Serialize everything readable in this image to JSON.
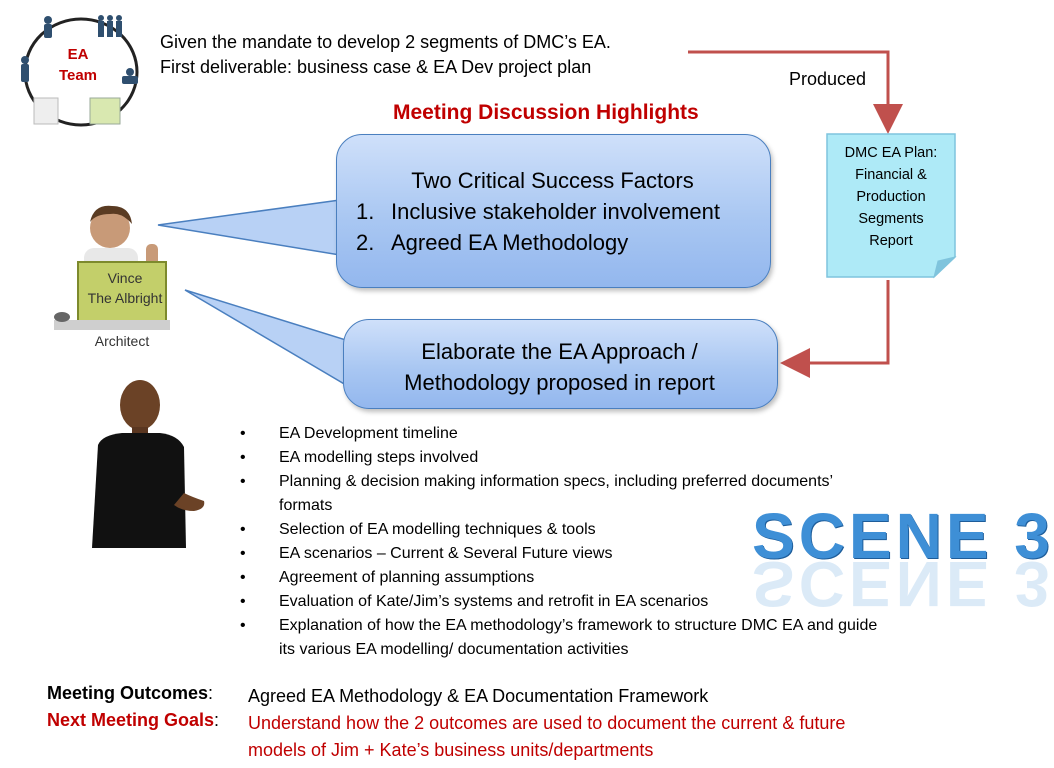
{
  "team": {
    "label_line1": "EA",
    "label_line2": "Team"
  },
  "intro": {
    "line1": "Given the mandate to develop 2 segments of DMC’s EA.",
    "line2": "First deliverable: business case & EA Dev project plan"
  },
  "produced_label": "Produced",
  "highlights_title": "Meeting Discussion Highlights",
  "doc_note": {
    "lines": [
      "DMC EA Plan:",
      "Financial &",
      "Production",
      "Segments",
      "Report"
    ]
  },
  "bubble1": {
    "title": "Two Critical Success Factors",
    "items": [
      {
        "num": "1.",
        "text": "Inclusive stakeholder involvement"
      },
      {
        "num": "2.",
        "text": "Agreed EA Methodology"
      }
    ]
  },
  "bubble2": {
    "line1": "Elaborate the EA Approach /",
    "line2": "Methodology proposed in report"
  },
  "architect": {
    "name_line1": "Vince",
    "name_line2": "The Albright",
    "role": "Architect"
  },
  "bullets": [
    "EA Development timeline",
    "EA modelling steps involved",
    "Planning & decision making information specs, including preferred documents’ formats",
    "Selection of EA modelling techniques & tools",
    "EA scenarios – Current & Several Future views",
    "Agreement of planning assumptions",
    "Evaluation of Kate/Jim’s systems and retrofit in EA scenarios",
    "Explanation of how the EA methodology’s framework to structure DMC EA and guide its various EA modelling/ documentation  activities"
  ],
  "scene_title": "SCENE 3",
  "outcomes": {
    "label": "Meeting Outcomes",
    "colon": ":",
    "value": "Agreed EA Methodology & EA Documentation Framework"
  },
  "next_goals": {
    "label": "Next Meeting Goals",
    "colon": ":",
    "value_line1": "Understand how the 2 outcomes are used to document the current & future",
    "value_line2": "models of Jim + Kate’s business units/departments"
  },
  "colors": {
    "accent_red": "#c00000",
    "bubble_blue": "#a9c7f2",
    "note_cyan": "#aeeaf7",
    "arrow_red": "#c0504d",
    "scene_blue": "#3e8fd6"
  }
}
